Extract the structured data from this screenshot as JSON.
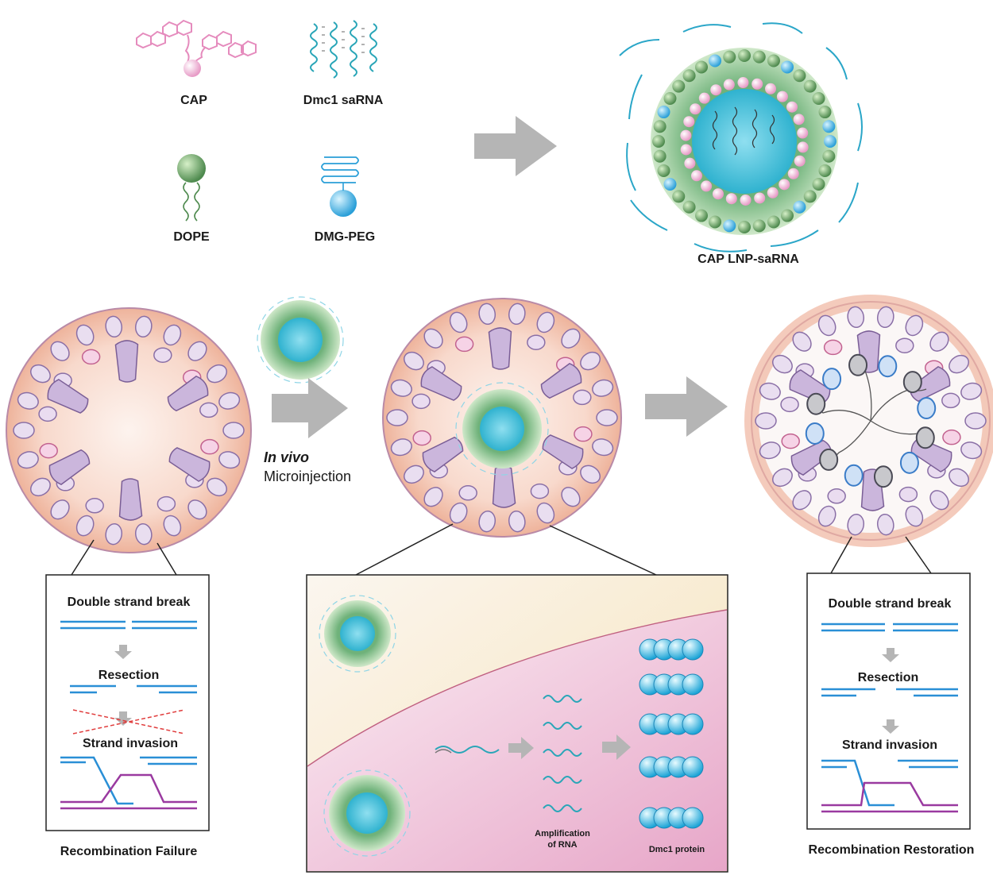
{
  "components": {
    "cap": "CAP",
    "sarna": "Dmc1  saRNA",
    "dope": "DOPE",
    "dmgpeg": "DMG-PEG"
  },
  "nanoparticle_label": "CAP LNP-saRNA",
  "injection": {
    "line1": "In vivo",
    "line2": "Microinjection"
  },
  "left_panel": {
    "title": "Double strand break",
    "step2": "Resection",
    "step3": "Strand invasion",
    "caption": "Recombination Failure"
  },
  "right_panel": {
    "title": "Double strand break",
    "step2": "Resection",
    "step3": "Strand invasion",
    "caption": "Recombination Restoration"
  },
  "center_panel": {
    "amplification_line1": "Amplification",
    "amplification_line2": "of RNA",
    "protein": "Dmc1 protein"
  },
  "colors": {
    "dna_blue": "#2a8fd6",
    "dna_purple": "#9a3aa0",
    "cap_pink": "#f2a8d0",
    "dope_green": "#4e8a4e",
    "peg_blue": "#49b6e6",
    "arrow_gray": "#b5b5b5"
  }
}
